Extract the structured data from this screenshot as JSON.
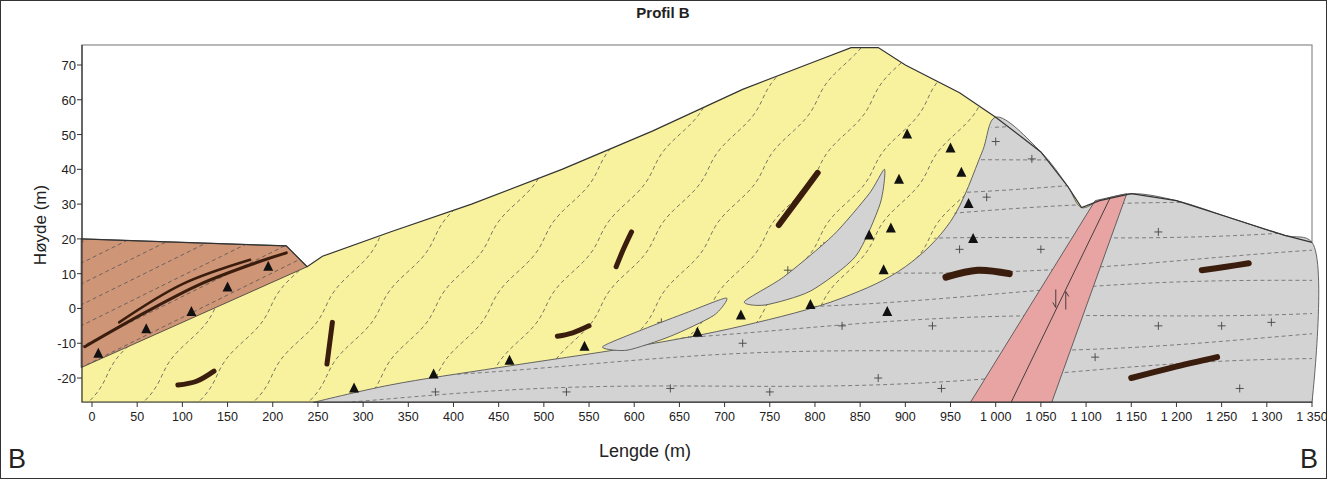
{
  "diagram": {
    "title": "Profil B",
    "labels": [
      "70",
      "60",
      "50",
      "40",
      "30",
      "20",
      "10",
      "0",
      "-10",
      "-20",
      "0",
      "50",
      "100",
      "150",
      "200",
      "250",
      "300",
      "350",
      "400",
      "450",
      "500",
      "550",
      "600",
      "650",
      "700",
      "750",
      "800",
      "850",
      "900",
      "950",
      "1 000",
      "1 050",
      "1 100",
      "1 150",
      "1 200",
      "1 250",
      "1 300",
      "1 350",
      "Høyde (m)",
      "Lengde (m)",
      "B",
      "B"
    ]
  }
}
